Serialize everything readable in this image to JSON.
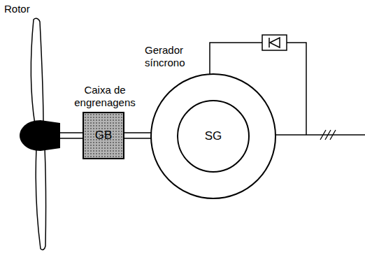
{
  "diagram": {
    "nodes": [
      {
        "text": [
          "Caixa de engrenagens",
          "GB"
        ]
      },
      {
        "text": [
          "Gerador síncrono"
        ]
      },
      {
        "text": [
          "SG"
        ],
        "in": 1
      }
    ],
    "edges": [
      {
        "from": 0,
        "to": 1,
        "arrow": "none"
      }
    ],
    "labels": [
      "Rotor"
    ]
  }
}
